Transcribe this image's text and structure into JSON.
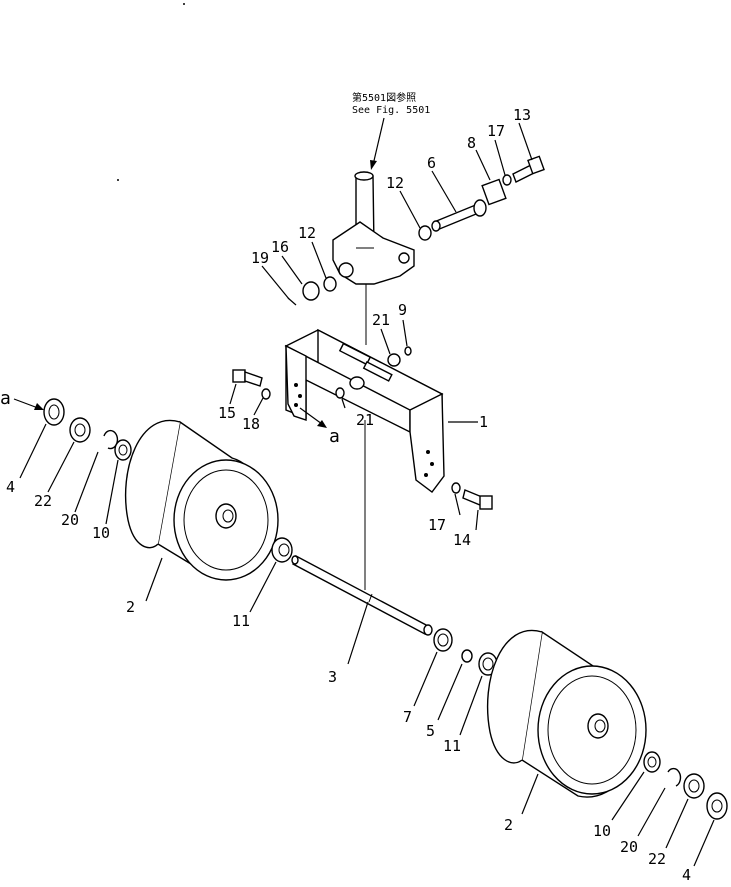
{
  "reference": {
    "jp": "第5501図参照",
    "en": "See Fig. 5501"
  },
  "view_marker": "a",
  "callouts": {
    "c1": "1",
    "c2a": "2",
    "c2b": "2",
    "c3": "3",
    "c4a": "4",
    "c4b": "4",
    "c5": "5",
    "c6": "6",
    "c7": "7",
    "c8": "8",
    "c9": "9",
    "c10a": "10",
    "c10b": "10",
    "c11a": "11",
    "c11b": "11",
    "c12a": "12",
    "c12b": "12",
    "c13": "13",
    "c14": "14",
    "c15": "15",
    "c16": "16",
    "c17a": "17",
    "c17b": "17",
    "c18": "18",
    "c19": "19",
    "c20a": "20",
    "c20b": "20",
    "c21a": "21",
    "c21b": "21",
    "c22a": "22",
    "c22b": "22"
  }
}
